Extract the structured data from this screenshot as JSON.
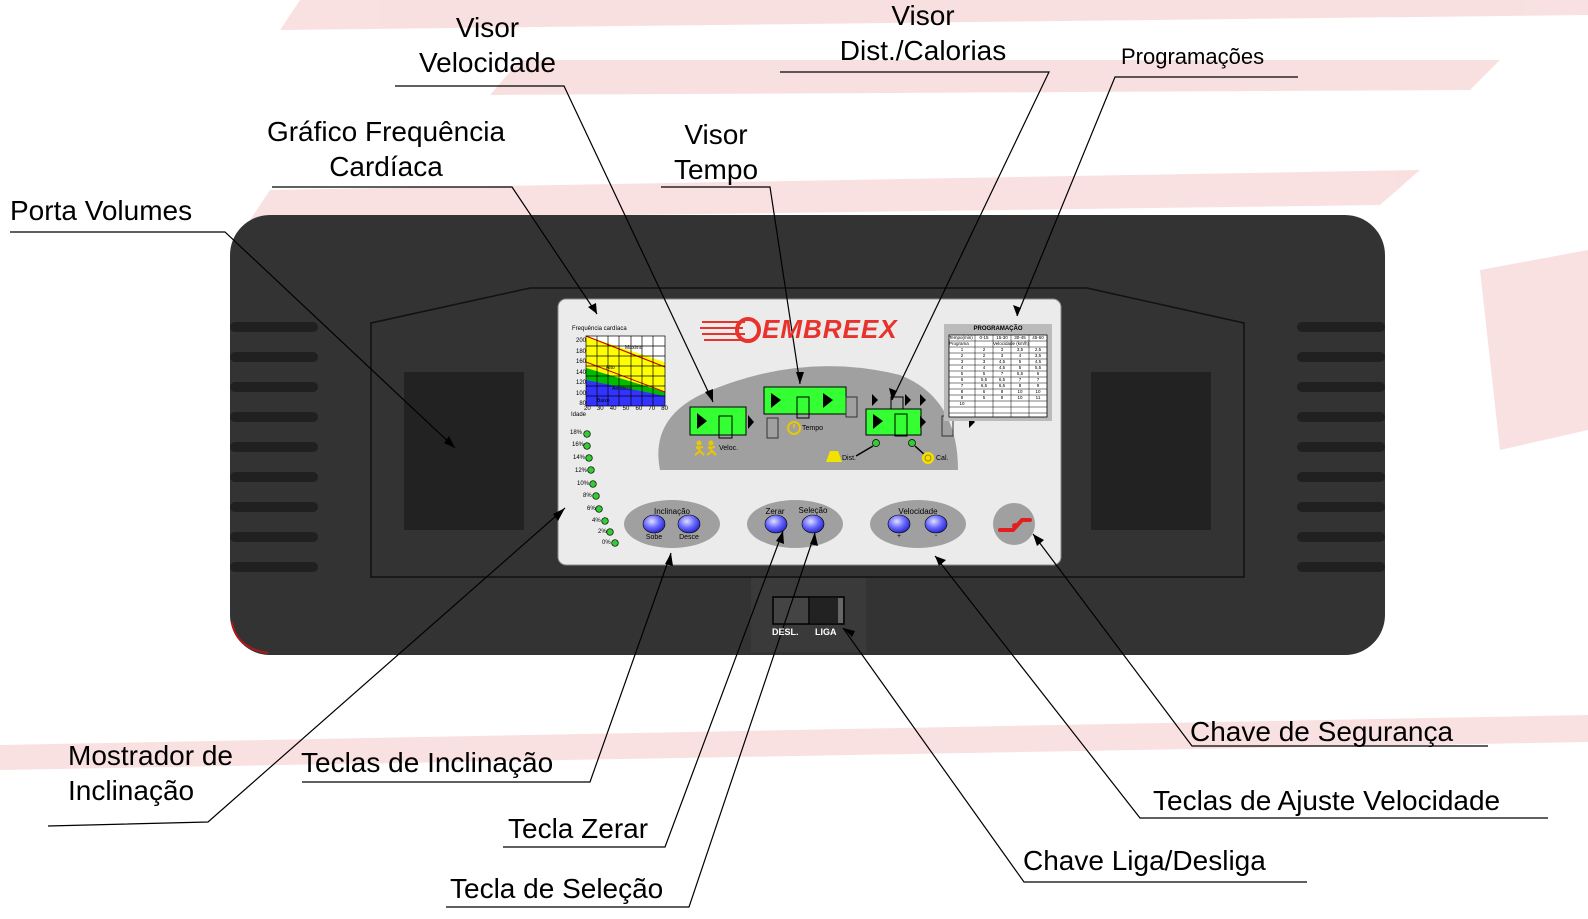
{
  "callouts": {
    "porta_volumes": "Porta Volumes",
    "grafico_freq": [
      "Gráfico Frequência",
      "Cardíaca"
    ],
    "visor_velocidade": [
      "Visor",
      "Velocidade"
    ],
    "visor_tempo": [
      "Visor",
      "Tempo"
    ],
    "visor_dist": [
      "Visor",
      "Dist./Calorias"
    ],
    "programacoes": "Programações",
    "mostrador": [
      "Mostrador de",
      "Inclinação"
    ],
    "teclas_inclinacao": "Teclas de Inclinação",
    "tecla_zerar": "Tecla Zerar",
    "tecla_selecao": "Tecla de Seleção",
    "chave_seguranca": "Chave de Segurança",
    "teclas_ajuste": "Teclas de Ajuste Velocidade",
    "chave_liga": "Chave Liga/Desliga"
  },
  "panel": {
    "brand": "EMBREEX",
    "hr_chart": {
      "title": "Frequência cardíaca",
      "y_ticks": [
        "200",
        "180",
        "160",
        "140",
        "120",
        "100",
        "80"
      ],
      "x_ticks": [
        "20",
        "30",
        "40",
        "50",
        "60",
        "70",
        "80"
      ],
      "x_label": "Idade",
      "zones": [
        "Máximo",
        "Alto",
        "Aeróbico",
        "Baixo"
      ]
    },
    "incline_levels": [
      "18%",
      "16%",
      "14%",
      "12%",
      "10%",
      "8%",
      "6%",
      "4%",
      "2%",
      "0%"
    ],
    "display_labels": {
      "veloc": "Veloc.",
      "tempo": "Tempo",
      "dist": "Dist.",
      "cal": "Cal."
    },
    "program_table": {
      "title": "PROGRAMAÇÃO",
      "header": [
        "Tempo(min)",
        "0-15",
        "15-30",
        "30-45",
        "45-60"
      ],
      "subheader": [
        "Programa",
        "Velocidade (km/h)"
      ],
      "rows": [
        [
          "1",
          "2",
          "3",
          "3,5",
          "2,5"
        ],
        [
          "2",
          "2",
          "3",
          "4",
          "3,5"
        ],
        [
          "3",
          "3",
          "4,5",
          "5",
          "4,5"
        ],
        [
          "4",
          "4",
          "4,5",
          "5",
          "5,5"
        ],
        [
          "5",
          "5",
          "7",
          "5,5",
          "6"
        ],
        [
          "6",
          "5,5",
          "6,5",
          "7",
          "7"
        ],
        [
          "7",
          "6,5",
          "6,5",
          "8",
          "9"
        ],
        [
          "8",
          "6",
          "8",
          "10",
          "10"
        ],
        [
          "9",
          "5",
          "9",
          "10",
          "11"
        ],
        [
          "10",
          "",
          "",
          "",
          ""
        ]
      ]
    },
    "buttons": {
      "inclinacao": {
        "title": "Inclinação",
        "left": "Sobe",
        "right": "Desce"
      },
      "zerar": "Zerar",
      "selecao": "Seleção",
      "velocidade": {
        "title": "Velocidade",
        "left": "+",
        "right": "-"
      }
    },
    "switch": {
      "off": "DESL.",
      "on": "LIGA"
    }
  },
  "colors": {
    "housing": "#333333",
    "panel": "#ebebeb",
    "display_green": "#33ff33",
    "button_blue": "#5f5fff",
    "brand_red": "#e8322b",
    "watermark": "#f7d7d7"
  }
}
